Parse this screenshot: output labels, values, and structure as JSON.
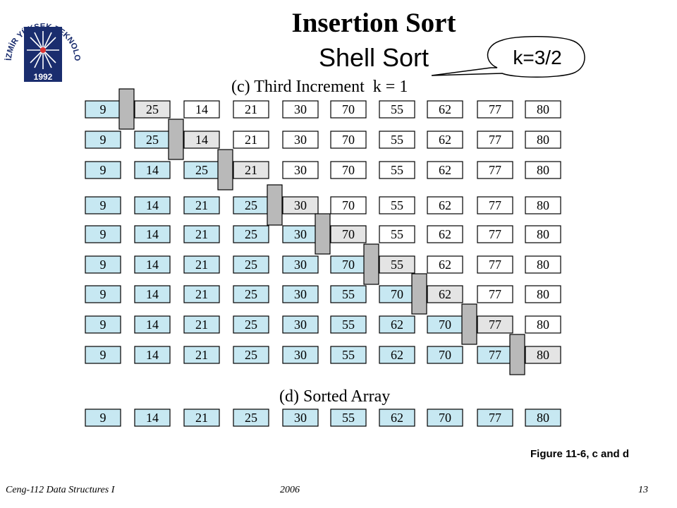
{
  "header": {
    "title": "Insertion Sort",
    "subtitle": "Shell Sort",
    "callout": "k=3/2"
  },
  "logo": {
    "ring_text": "İZMİR YÜKSEK TEKNOLOJİ ENSTİTÜSÜ",
    "year": "1992",
    "color": "#1a2d6e"
  },
  "figure": {
    "increment_label": "(c) Third Increment  k = 1",
    "sorted_label": "(d) Sorted Array",
    "steps": [
      [
        9,
        25,
        14,
        21,
        30,
        70,
        55,
        62,
        77,
        80
      ],
      [
        9,
        25,
        14,
        21,
        30,
        70,
        55,
        62,
        77,
        80
      ],
      [
        9,
        14,
        25,
        21,
        30,
        70,
        55,
        62,
        77,
        80
      ],
      [
        9,
        14,
        21,
        25,
        30,
        70,
        55,
        62,
        77,
        80
      ],
      [
        9,
        14,
        21,
        25,
        30,
        70,
        55,
        62,
        77,
        80
      ],
      [
        9,
        14,
        21,
        25,
        30,
        70,
        55,
        62,
        77,
        80
      ],
      [
        9,
        14,
        21,
        25,
        30,
        55,
        70,
        62,
        77,
        80
      ],
      [
        9,
        14,
        21,
        25,
        30,
        55,
        62,
        70,
        77,
        80
      ],
      [
        9,
        14,
        21,
        25,
        30,
        55,
        62,
        70,
        77,
        80
      ]
    ],
    "sorted": [
      9,
      14,
      21,
      25,
      30,
      55,
      62,
      70,
      77,
      80
    ],
    "colors": {
      "sorted": "#c7e8f2",
      "current": "#e4e4e4",
      "unsorted": "#ffffff",
      "wall": "#b9b9b9"
    },
    "caption": "Figure 11-6, c and d"
  },
  "footer": {
    "left": "Ceng-112 Data Structures I",
    "center": "2006",
    "right": "13"
  }
}
